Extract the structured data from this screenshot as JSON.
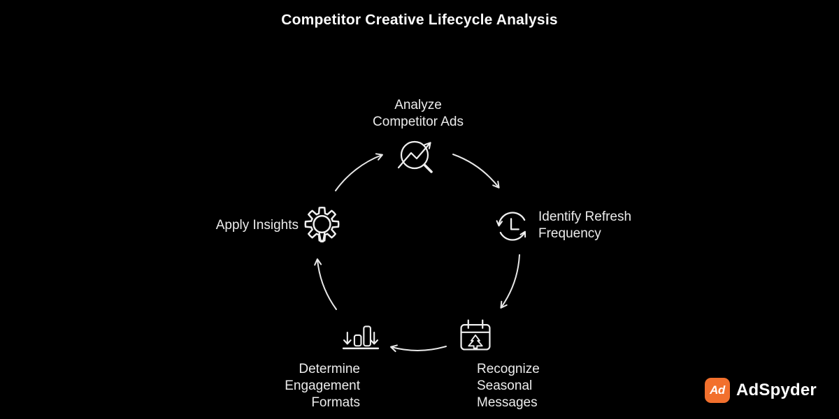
{
  "title": "Competitor Creative Lifecycle Analysis",
  "diagram": {
    "type": "cycle",
    "direction": "clockwise",
    "nodes": [
      {
        "id": "analyze",
        "icon": "chart-magnifier-icon",
        "lines": [
          "Analyze",
          "Competitor Ads"
        ]
      },
      {
        "id": "refresh",
        "icon": "refresh-clock-icon",
        "lines": [
          "Identify Refresh",
          "Frequency"
        ]
      },
      {
        "id": "seasonal",
        "icon": "calendar-tree-icon",
        "lines": [
          "Recognize",
          "Seasonal",
          "Messages"
        ]
      },
      {
        "id": "engagement",
        "icon": "bar-chart-down-icon",
        "lines": [
          "Determine",
          "Engagement",
          "Formats"
        ]
      },
      {
        "id": "insights",
        "icon": "gear-lightbulb-icon",
        "lines": [
          "Apply Insights"
        ]
      }
    ]
  },
  "branding": {
    "monogram": "Ad",
    "name": "AdSpyder"
  },
  "colors": {
    "background": "#000000",
    "text": "#ECECEC",
    "line": "#E8E8E8",
    "logo_orange": "#F2702D"
  }
}
